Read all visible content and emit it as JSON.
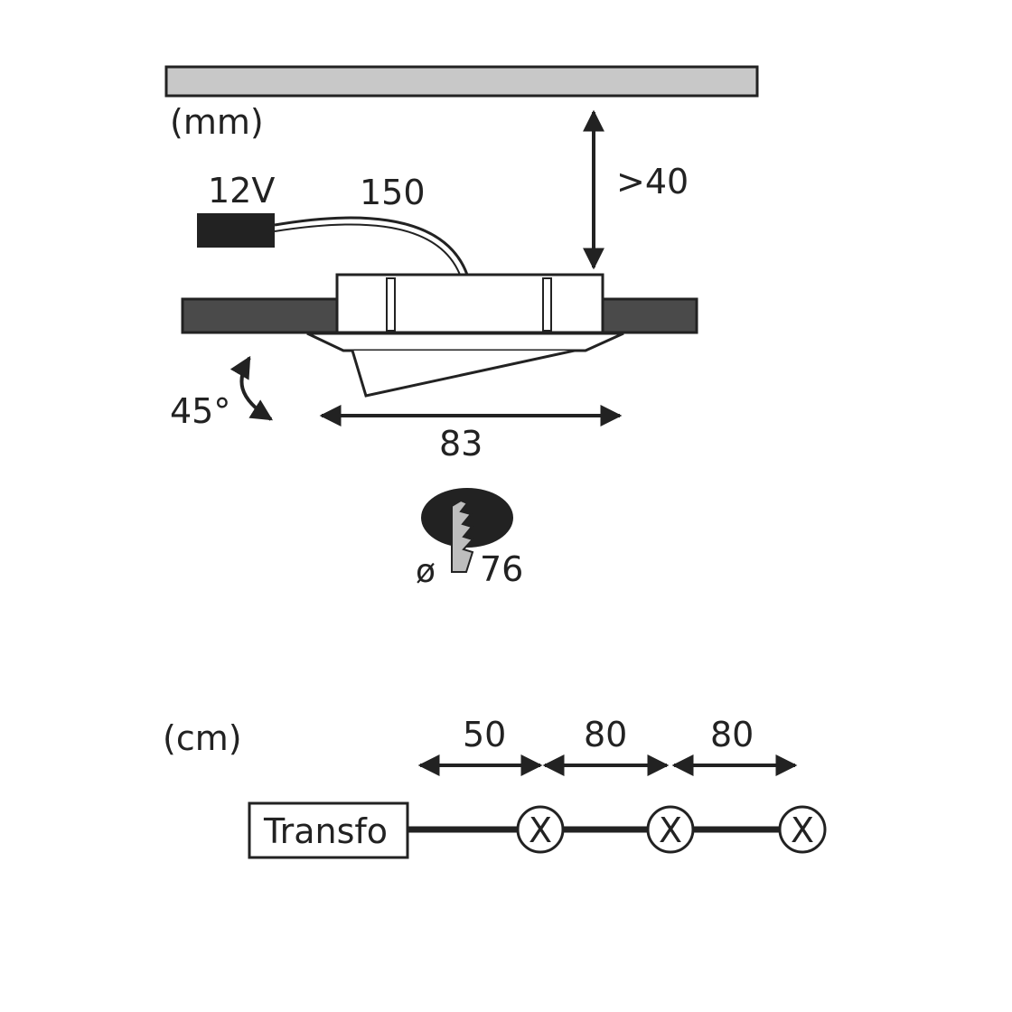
{
  "diagram": {
    "unit_mm": "(mm)",
    "voltage": "12V",
    "cable_length": "150",
    "clearance": ">40",
    "tilt_angle": "45°",
    "width": "83",
    "cutout_diameter_symbol": "ø",
    "cutout_diameter": "76"
  },
  "wiring": {
    "unit_cm": "(cm)",
    "transformer_label": "Transfo",
    "lamp_symbol": "X",
    "distances": [
      "50",
      "80",
      "80"
    ]
  },
  "colors": {
    "ceiling_fill": "#c8c8c8",
    "panel_fill": "#4a4a4a",
    "connector_fill": "#222222",
    "line": "#222222"
  }
}
